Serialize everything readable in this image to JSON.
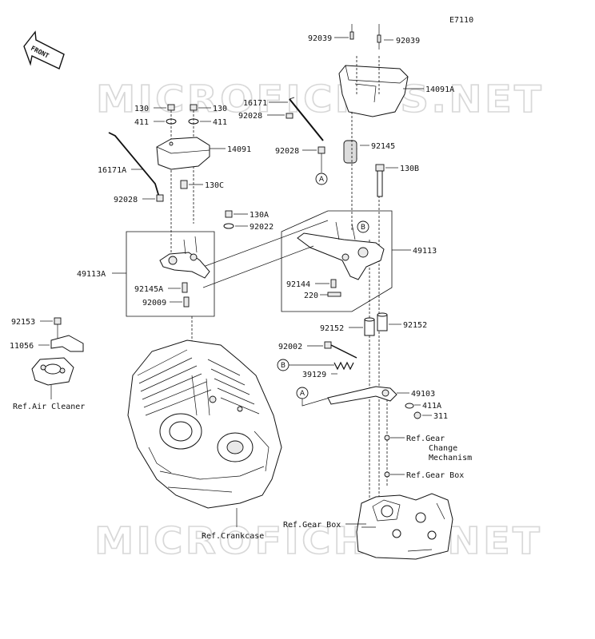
{
  "diagram_code": "E7110",
  "front_label": "FRONT",
  "watermark": "MICROFICHES.NET",
  "callouts": {
    "a": "A",
    "b": "B"
  },
  "labels": {
    "p92039_left": "92039",
    "p92039_right": "92039",
    "p14091A": "14091A",
    "p130_a": "130",
    "p130_b": "130",
    "p411_a": "411",
    "p411_b": "411",
    "p16171": "16171",
    "p92028_a": "92028",
    "p92028_b": "92028",
    "p92028_c": "92028",
    "p92145": "92145",
    "p14091": "14091",
    "p16171A": "16171A",
    "p130B": "130B",
    "p130C": "130C",
    "p130A": "130A",
    "p92022": "92022",
    "p49113": "49113",
    "p49113A": "49113A",
    "p92145A": "92145A",
    "p92009": "92009",
    "p92144": "92144",
    "p220": "220",
    "p92153": "92153",
    "p11056": "11056",
    "p92152_a": "92152",
    "p92152_b": "92152",
    "p92002": "92002",
    "p39129": "39129",
    "p49103": "49103",
    "p411A": "411A",
    "p311": "311",
    "ref_air_cleaner": "Ref.Air Cleaner",
    "ref_gear_change_1": "Ref.Gear",
    "ref_gear_change_2": "Change",
    "ref_gear_change_3": "Mechanism",
    "ref_gear_box_a": "Ref.Gear Box",
    "ref_gear_box_b": "Ref.Gear Box",
    "ref_crankcase": "Ref.Crankcase"
  }
}
